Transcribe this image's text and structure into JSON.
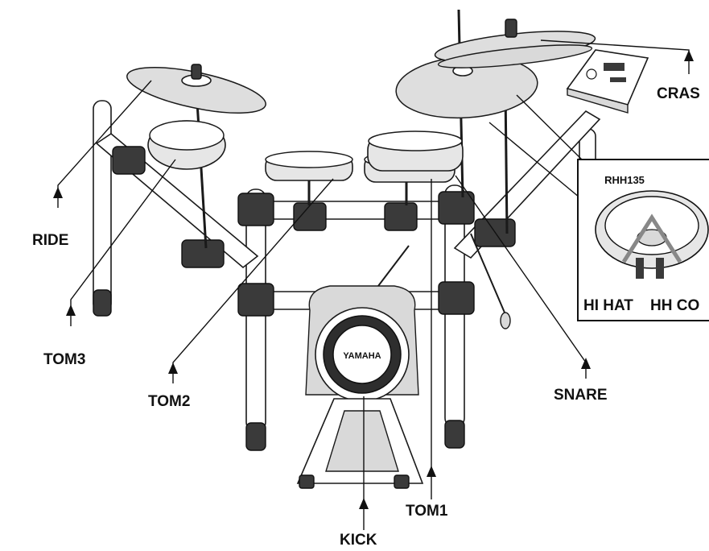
{
  "labels": {
    "ride": "RIDE",
    "tom3": "TOM3",
    "tom2": "TOM2",
    "tom1": "TOM1",
    "kick": "KICK",
    "snare": "SNARE",
    "crash": "CRAS"
  },
  "inset": {
    "model": "RHH135",
    "hihat": "HI HAT",
    "hhcontrol": "HH CO"
  },
  "brand": "YAMAHA"
}
